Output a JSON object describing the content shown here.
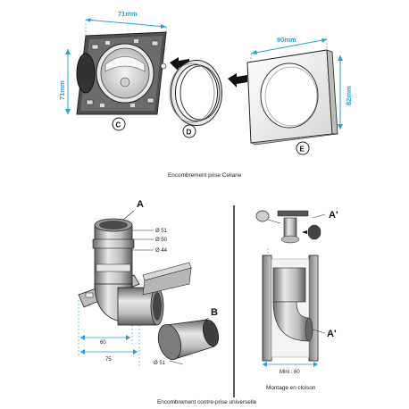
{
  "top": {
    "dim_width_plate": "71mm",
    "dim_height_plate": "71mm",
    "dim_width_cover": "90mm",
    "dim_height_cover": "82mm",
    "label_c": "C",
    "label_d": "D",
    "label_e": "E",
    "caption": "Encombrement prise Celiane"
  },
  "bottom": {
    "label_a": "A",
    "label_b": "B",
    "label_a_prime_top": "A'",
    "label_a_prime_bottom": "A'",
    "dia_51": "Ø 51",
    "dia_50": "Ø 50",
    "dia_44": "Ø 44",
    "dia_51_tube": "Ø 51",
    "dim_60": "60",
    "dim_75": "75",
    "dim_mini_60": "Mini : 60",
    "caption_left": "Encombrement contre-prise universelle",
    "caption_right": "Montage en cloison"
  },
  "colors": {
    "dimension": "#2a9fd6",
    "plate": "#5a5a5a",
    "outline": "#222222"
  }
}
